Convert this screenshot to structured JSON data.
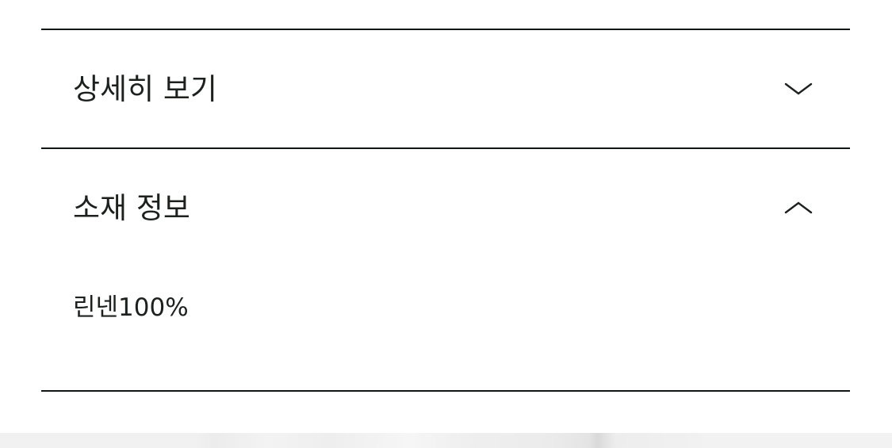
{
  "accordion": {
    "sections": [
      {
        "title": "상세히 보기",
        "expanded": false,
        "toggle_icon": "chevron-down-icon"
      },
      {
        "title": "소재 정보",
        "expanded": true,
        "toggle_icon": "chevron-up-icon",
        "content": "린넨100%"
      }
    ]
  },
  "colors": {
    "text": "#1c211e",
    "divider": "#111714",
    "background": "#ffffff",
    "image_strip": "#f1f1f1"
  }
}
